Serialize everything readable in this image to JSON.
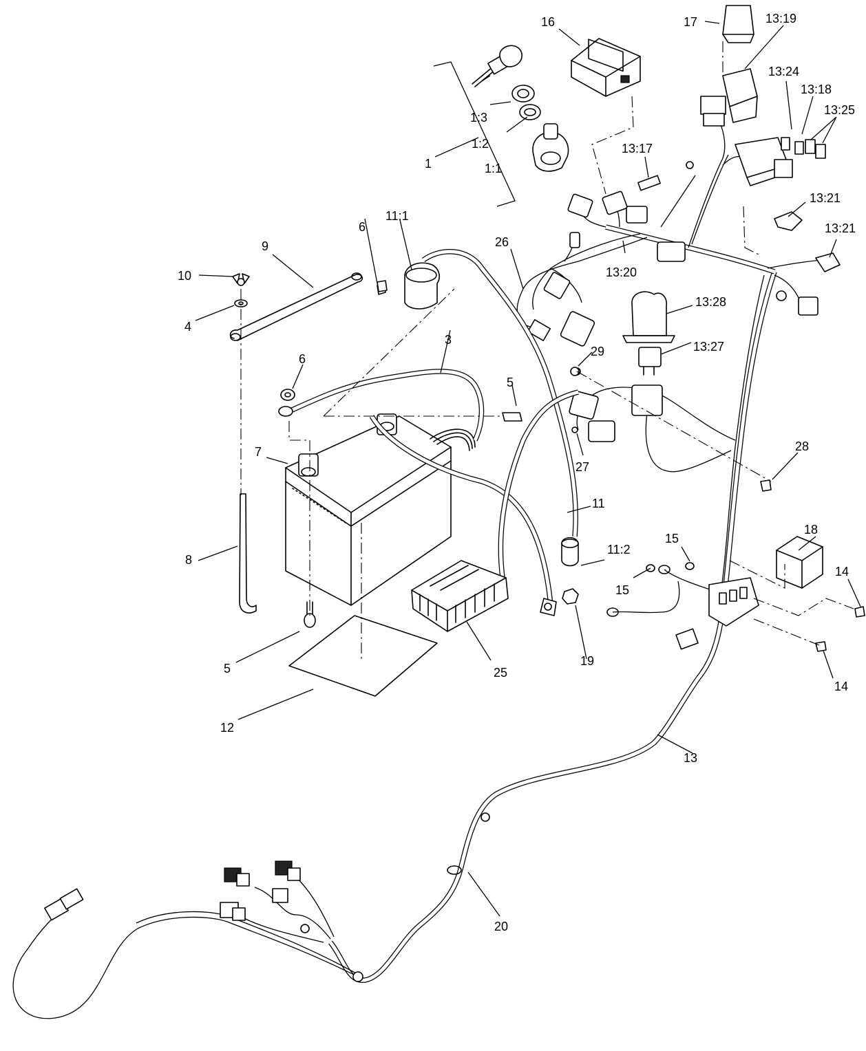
{
  "diagram": {
    "callouts": [
      {
        "id": "c-1",
        "text": "1"
      },
      {
        "id": "c-1-1",
        "text": "1:1"
      },
      {
        "id": "c-1-2",
        "text": "1:2"
      },
      {
        "id": "c-1-3",
        "text": "1:3"
      },
      {
        "id": "c-3",
        "text": "3"
      },
      {
        "id": "c-4",
        "text": "4"
      },
      {
        "id": "c-5a",
        "text": "5"
      },
      {
        "id": "c-5b",
        "text": "5"
      },
      {
        "id": "c-6a",
        "text": "6"
      },
      {
        "id": "c-6b",
        "text": "6"
      },
      {
        "id": "c-7",
        "text": "7"
      },
      {
        "id": "c-8",
        "text": "8"
      },
      {
        "id": "c-9",
        "text": "9"
      },
      {
        "id": "c-10",
        "text": "10"
      },
      {
        "id": "c-11",
        "text": "11"
      },
      {
        "id": "c-11-1",
        "text": "11:1"
      },
      {
        "id": "c-11-2",
        "text": "11:2"
      },
      {
        "id": "c-12",
        "text": "12"
      },
      {
        "id": "c-13",
        "text": "13"
      },
      {
        "id": "c-13-17",
        "text": "13:17"
      },
      {
        "id": "c-13-18",
        "text": "13:18"
      },
      {
        "id": "c-13-19",
        "text": "13:19"
      },
      {
        "id": "c-13-20",
        "text": "13:20"
      },
      {
        "id": "c-13-21a",
        "text": "13:21"
      },
      {
        "id": "c-13-21b",
        "text": "13:21"
      },
      {
        "id": "c-13-24",
        "text": "13:24"
      },
      {
        "id": "c-13-25",
        "text": "13:25"
      },
      {
        "id": "c-13-27",
        "text": "13:27"
      },
      {
        "id": "c-13-28",
        "text": "13:28"
      },
      {
        "id": "c-14a",
        "text": "14"
      },
      {
        "id": "c-14b",
        "text": "14"
      },
      {
        "id": "c-15a",
        "text": "15"
      },
      {
        "id": "c-15b",
        "text": "15"
      },
      {
        "id": "c-16",
        "text": "16"
      },
      {
        "id": "c-17",
        "text": "17"
      },
      {
        "id": "c-18",
        "text": "18"
      },
      {
        "id": "c-19",
        "text": "19"
      },
      {
        "id": "c-20",
        "text": "20"
      },
      {
        "id": "c-25",
        "text": "25"
      },
      {
        "id": "c-26",
        "text": "26"
      },
      {
        "id": "c-27",
        "text": "27"
      },
      {
        "id": "c-28",
        "text": "28"
      },
      {
        "id": "c-29",
        "text": "29"
      }
    ]
  }
}
